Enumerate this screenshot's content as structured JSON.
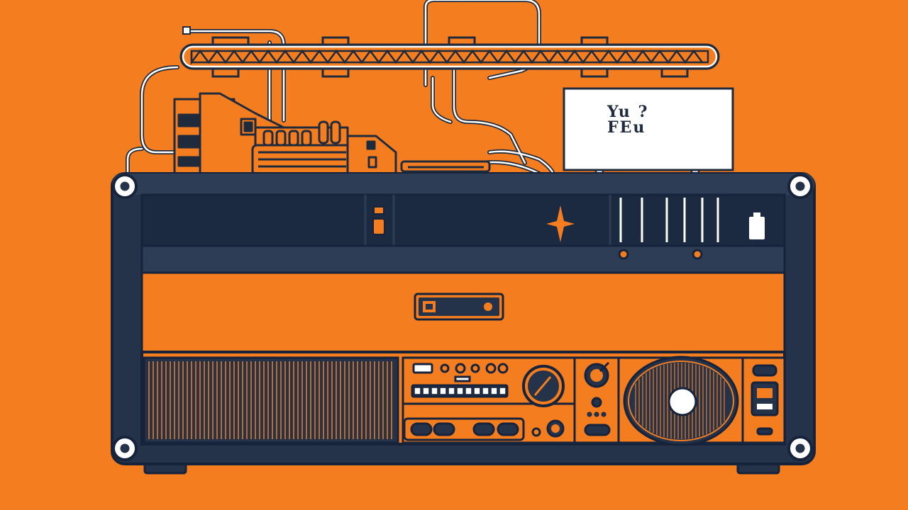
{
  "palette": {
    "background": "#f47d20",
    "navy": "#24334a",
    "navy_dark": "#16233a",
    "line": "#ffffff",
    "panel_orange": "#f47d20",
    "white_sign": "#ffffff"
  },
  "sign": {
    "line1": "Yu ?",
    "line2": "FEu"
  },
  "icons": [
    "sparkle-icon",
    "battery-icon",
    "tuning-knob",
    "speaker-cone",
    "slider-switch"
  ]
}
